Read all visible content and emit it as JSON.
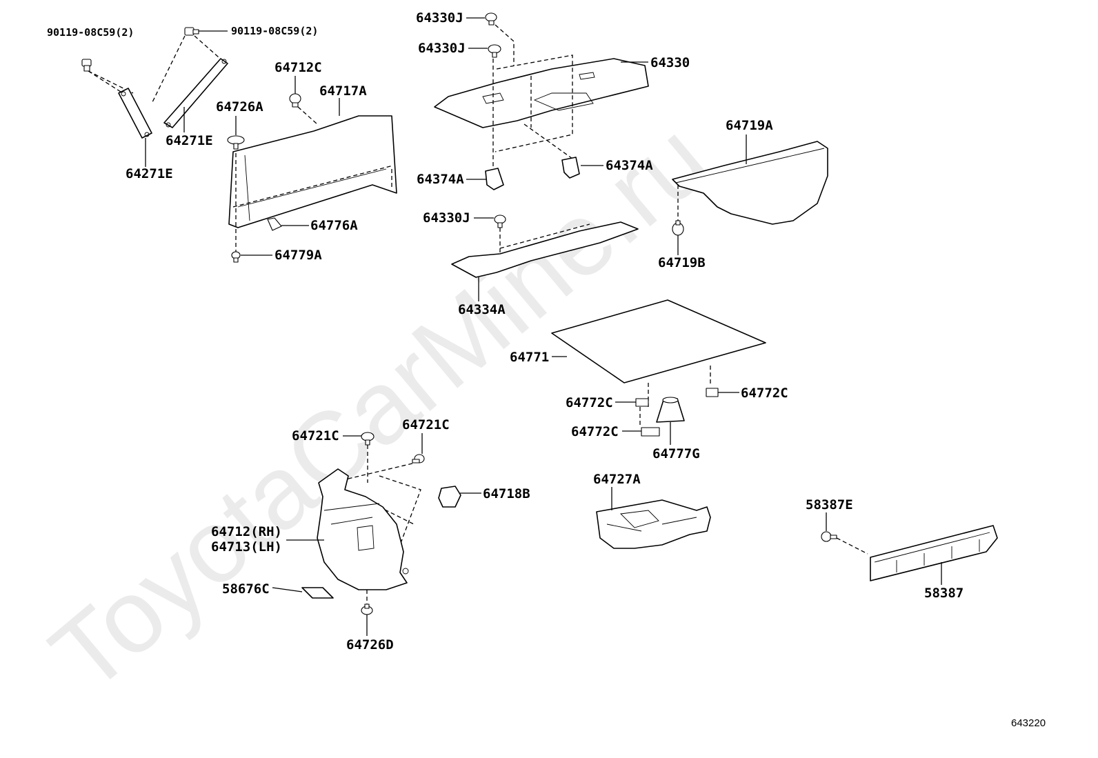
{
  "watermark": "ToyotaCarMine.ru",
  "figure_number": "643220",
  "labels": {
    "bolt_left": "90119-08C59(2)",
    "bolt_right": "90119-08C59(2)",
    "p64271E_a": "64271E",
    "p64271E_b": "64271E",
    "p64712C": "64712C",
    "p64717A": "64717A",
    "p64726A": "64726A",
    "p64776A": "64776A",
    "p64779A": "64779A",
    "p64330J_a": "64330J",
    "p64330J_b": "64330J",
    "p64330": "64330",
    "p64374A_a": "64374A",
    "p64374A_b": "64374A",
    "p64330J_c": "64330J",
    "p64334A": "64334A",
    "p64719A": "64719A",
    "p64719B": "64719B",
    "p64771": "64771",
    "p64772C_a": "64772C",
    "p64772C_b": "64772C",
    "p64772C_c": "64772C",
    "p64777G": "64777G",
    "p64721C_a": "64721C",
    "p64721C_b": "64721C",
    "p64718B": "64718B",
    "p64712": "64712(RH)",
    "p64713": "64713(LH)",
    "p58676C": "58676C",
    "p64726D": "64726D",
    "p64727A": "64727A",
    "p58387E": "58387E",
    "p58387": "58387"
  }
}
